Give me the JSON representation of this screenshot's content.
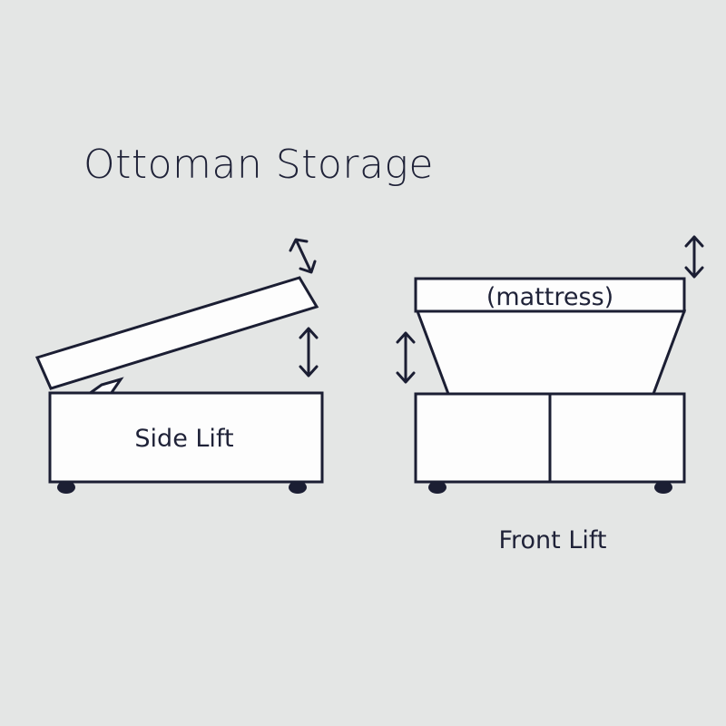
{
  "title": "Ottoman Storage",
  "side_lift": {
    "label": "Side Lift"
  },
  "front_lift": {
    "label": "Front Lift",
    "mattress_label": "(mattress)"
  },
  "colors": {
    "background": "#e4e6e5",
    "line": "#1b1e33",
    "fill": "#fdfdfd"
  },
  "icons": [
    "double-arrow-icon",
    "wheel-icon"
  ]
}
